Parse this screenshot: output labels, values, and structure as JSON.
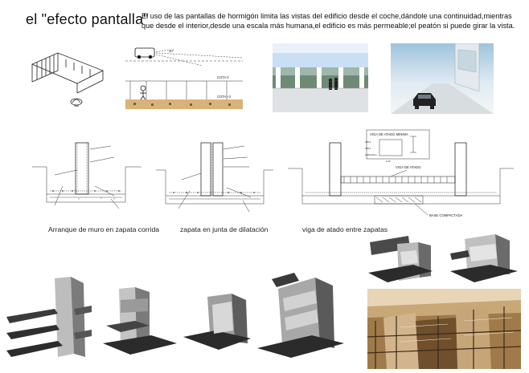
{
  "title": "el \"efecto pantalla\"",
  "intro": "El uso de las pantallas de hormigón limita las vistas del edificio desde el coche,dándole una continuidad,mientras que desde el interior,desde una escala más humana,el edificio es más permeable;el peatón si puede girar la vista.",
  "captions": {
    "detail_1": "Arranque de muro en zapata corrida",
    "detail_2": "zapata en junta de dilatación",
    "detail_3": "viga de atado entre zapatas"
  },
  "plan_labels": {
    "angle": "30°",
    "cota_top": "COTA 0",
    "cota_bottom": "COTA +3"
  },
  "detail_labels": {
    "viga_minima": "VIGA DE ATADO MINIMA",
    "rebar_1": "2Ø12",
    "rebar_2": "2Ø12",
    "stirrup": "eØ6A30cm.",
    "section": "0.40",
    "viga": "VIGA DE ATADO",
    "base": "BASE COMPACTADA"
  },
  "colors": {
    "background": "#ffffff",
    "wood": "#d9b27a",
    "sky": "#bcd4ea",
    "render_dark": "#2b2b2b"
  }
}
